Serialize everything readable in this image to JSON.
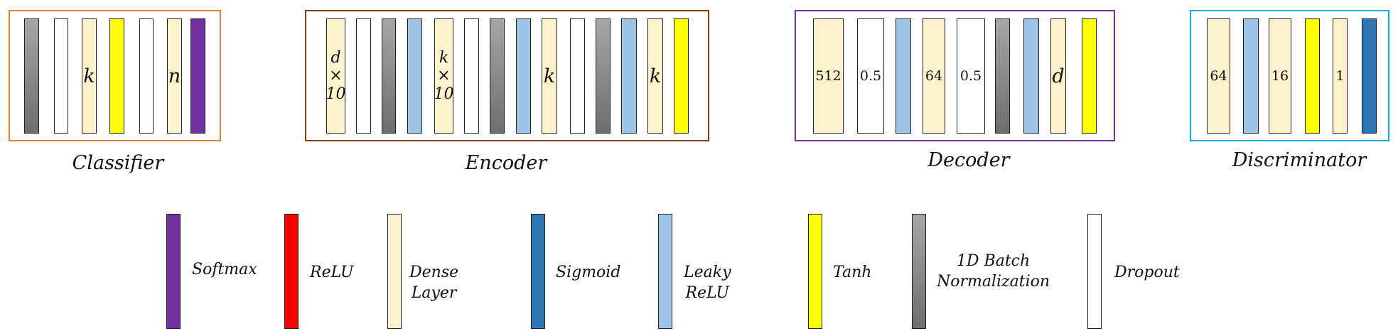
{
  "colors": {
    "dense": "#fff2cc",
    "dropout": "#ffffff",
    "batchnorm_top": "#a6a6a6",
    "batchnorm_bottom": "#6e6e6e",
    "leaky_relu": "#9dc3e6",
    "tanh": "#ffff00",
    "softmax": "#7030a0",
    "relu": "#ff0000",
    "sigmoid": "#2e75b6",
    "frame_classifier": "#ed7d31",
    "frame_encoder": "#843c0c",
    "frame_decoder": "#7030a0",
    "frame_discriminator": "#00b0f0"
  },
  "blocks": [
    {
      "name": "classifier",
      "caption": "Classifier",
      "frame_color": "frame_classifier",
      "layers": [
        {
          "type": "batchnorm",
          "label": ""
        },
        {
          "type": "dropout",
          "label": ""
        },
        {
          "type": "dense",
          "label": "k",
          "style": "sym"
        },
        {
          "type": "tanh",
          "label": ""
        },
        {
          "type": "dropout",
          "label": ""
        },
        {
          "type": "dense",
          "label": "n",
          "style": "sym"
        },
        {
          "type": "softmax",
          "label": ""
        }
      ]
    },
    {
      "name": "encoder",
      "caption": "Encoder",
      "frame_color": "frame_encoder",
      "layers": [
        {
          "type": "dense",
          "label": "d\n×\n10",
          "style": "stack"
        },
        {
          "type": "dropout",
          "label": ""
        },
        {
          "type": "batchnorm",
          "label": ""
        },
        {
          "type": "leaky_relu",
          "label": ""
        },
        {
          "type": "dense",
          "label": "k\n×\n10",
          "style": "stack"
        },
        {
          "type": "dropout",
          "label": ""
        },
        {
          "type": "batchnorm",
          "label": ""
        },
        {
          "type": "leaky_relu",
          "label": ""
        },
        {
          "type": "dense",
          "label": "k",
          "style": "sym"
        },
        {
          "type": "dropout",
          "label": ""
        },
        {
          "type": "batchnorm",
          "label": ""
        },
        {
          "type": "leaky_relu",
          "label": ""
        },
        {
          "type": "dense",
          "label": "k",
          "style": "sym"
        },
        {
          "type": "tanh",
          "label": ""
        }
      ]
    },
    {
      "name": "decoder",
      "caption": "Decoder",
      "frame_color": "frame_decoder",
      "layers": [
        {
          "type": "dense",
          "label": "512",
          "style": "num"
        },
        {
          "type": "dropout",
          "label": "0.5",
          "style": "num"
        },
        {
          "type": "leaky_relu",
          "label": ""
        },
        {
          "type": "dense",
          "label": "64",
          "style": "num"
        },
        {
          "type": "dropout",
          "label": "0.5",
          "style": "num"
        },
        {
          "type": "batchnorm",
          "label": ""
        },
        {
          "type": "leaky_relu",
          "label": ""
        },
        {
          "type": "dense",
          "label": "d",
          "style": "sym"
        },
        {
          "type": "tanh",
          "label": ""
        }
      ]
    },
    {
      "name": "discriminator",
      "caption": "Discriminator",
      "frame_color": "frame_discriminator",
      "layers": [
        {
          "type": "dense",
          "label": "64",
          "style": "num"
        },
        {
          "type": "leaky_relu",
          "label": ""
        },
        {
          "type": "dense",
          "label": "16",
          "style": "num"
        },
        {
          "type": "tanh",
          "label": ""
        },
        {
          "type": "dense",
          "label": "1",
          "style": "num"
        },
        {
          "type": "sigmoid",
          "label": ""
        }
      ]
    }
  ],
  "legend": [
    {
      "type": "softmax",
      "label": "Softmax"
    },
    {
      "type": "relu",
      "label": "ReLU"
    },
    {
      "type": "dense",
      "label": "Dense Layer"
    },
    {
      "type": "sigmoid",
      "label": "Sigmoid"
    },
    {
      "type": "leaky_relu",
      "label": "Leaky ReLU"
    },
    {
      "type": "tanh",
      "label": "Tanh"
    },
    {
      "type": "batchnorm",
      "label": "1D Batch\nNormalization"
    },
    {
      "type": "dropout",
      "label": "Dropout"
    }
  ]
}
